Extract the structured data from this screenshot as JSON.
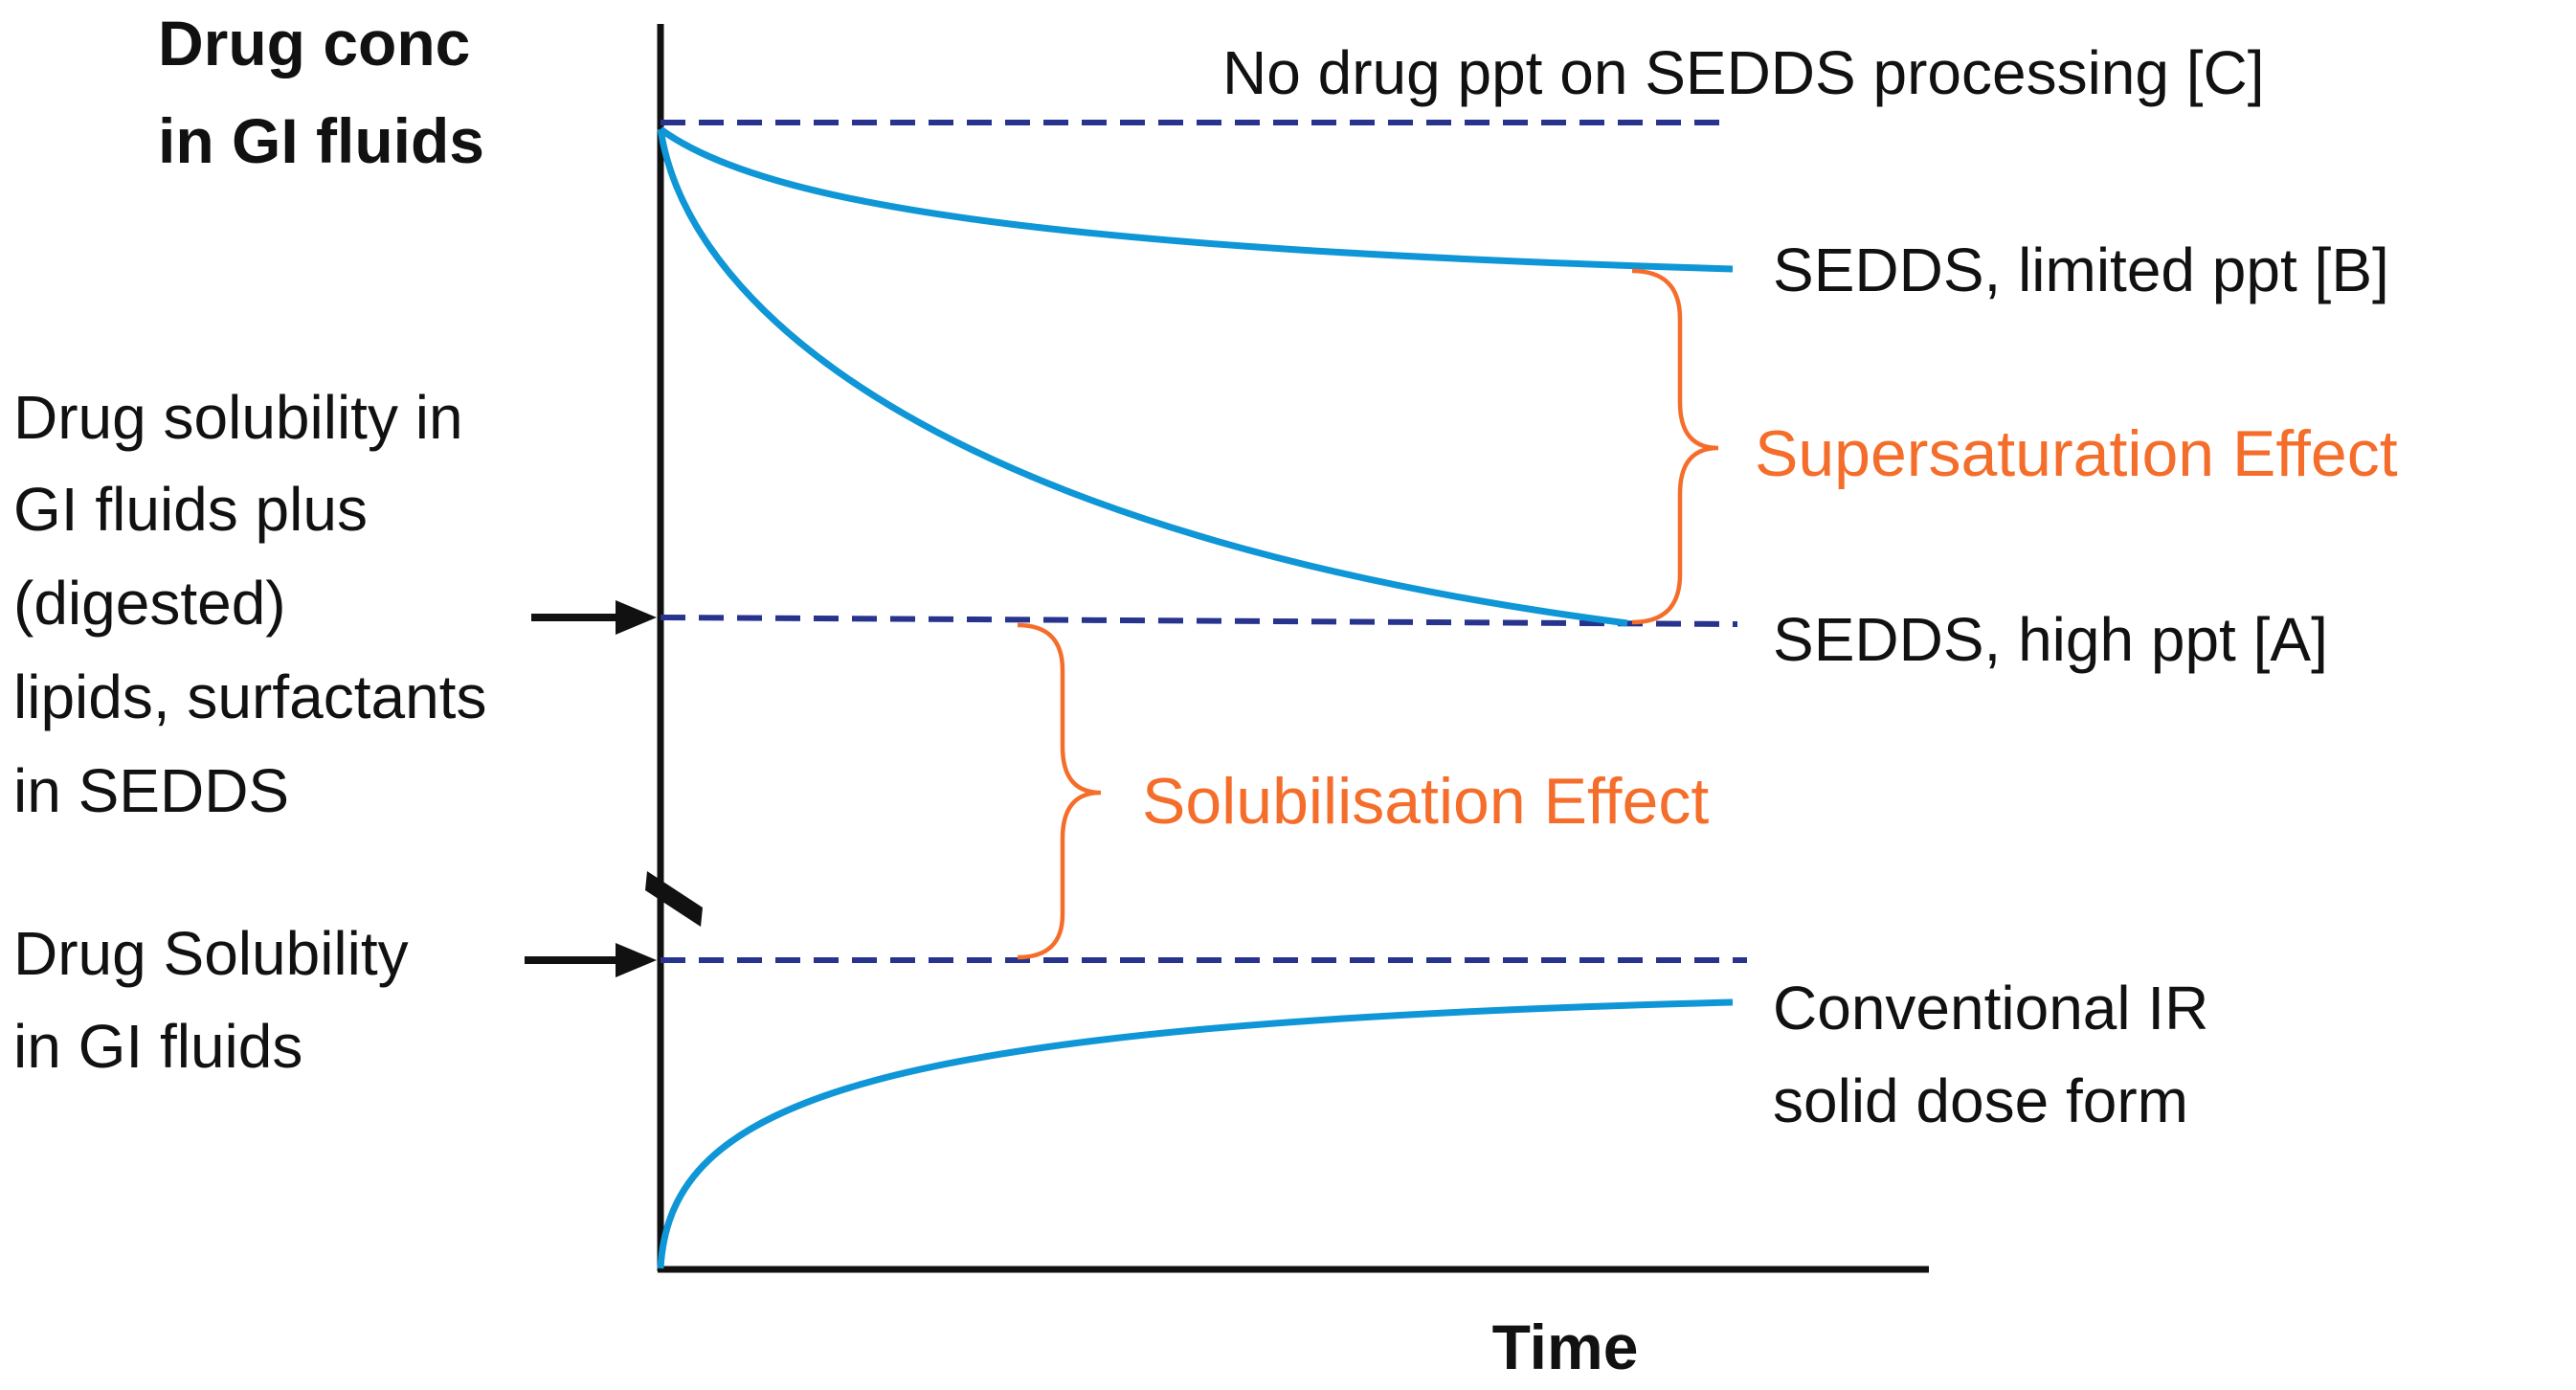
{
  "colors": {
    "curve": "#0f96d6",
    "dashed": "#27338c",
    "effect": "#f56d2a",
    "axis": "#111111",
    "text": "#111111"
  },
  "y_axis": {
    "title_lines": [
      "Drug conc",
      "in GI fluids"
    ]
  },
  "x_axis": {
    "title": "Time"
  },
  "levels": {
    "no_ppt_C": "No drug ppt on SEDDS processing [C]",
    "limited_ppt_B": "SEDDS, limited ppt [B]",
    "high_ppt_A": "SEDDS, high ppt [A]",
    "conventional_ir_lines": [
      "Conventional IR",
      "solid dose form"
    ]
  },
  "effects": {
    "supersaturation": "Supersaturation Effect",
    "solubilisation": "Solubilisation Effect"
  },
  "markers": {
    "sedds_solubility_lines": [
      "Drug solubility in",
      "GI fluids plus",
      "(digested)",
      "lipids, surfactants",
      "in SEDDS"
    ],
    "drug_solubility_lines": [
      "Drug Solubility",
      "in GI fluids"
    ]
  }
}
